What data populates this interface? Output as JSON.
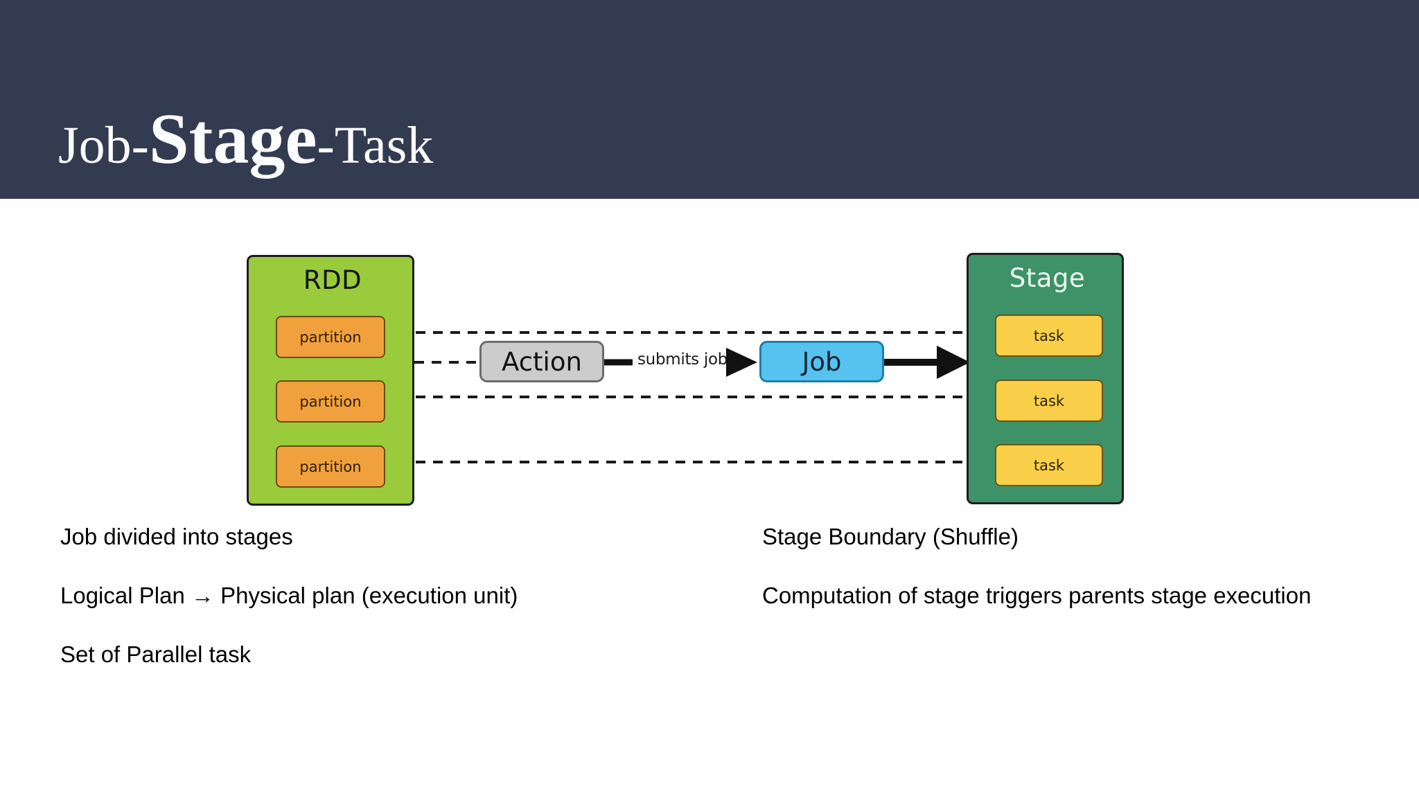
{
  "slide": {
    "title": {
      "part1": "Job",
      "sep1": "-",
      "emphasis": "Stage",
      "sep2": "-",
      "part2": "Task"
    },
    "header_color": "#333B51",
    "background_color": "#FFFFFF"
  },
  "diagram": {
    "rdd": {
      "label": "RDD",
      "color": "#9ACB3C",
      "partitions": [
        {
          "label": "partition"
        },
        {
          "label": "partition"
        },
        {
          "label": "partition"
        }
      ],
      "partition_color": "#F0A03C"
    },
    "action": {
      "label": "Action",
      "color": "#CCCCCC"
    },
    "edge_label": "submits job",
    "job": {
      "label": "Job",
      "color": "#56C2F0"
    },
    "stage": {
      "label": "Stage",
      "color": "#3D9268",
      "tasks": [
        {
          "label": "task"
        },
        {
          "label": "task"
        },
        {
          "label": "task"
        }
      ],
      "task_color": "#F9CF4A"
    }
  },
  "bullets": {
    "left": [
      "Job divided into stages",
      "Logical Plan → Physical plan (execution unit)",
      "Set of Parallel task"
    ],
    "right": [
      "Stage Boundary (Shuffle)",
      "Computation of stage triggers parents stage execution"
    ]
  }
}
